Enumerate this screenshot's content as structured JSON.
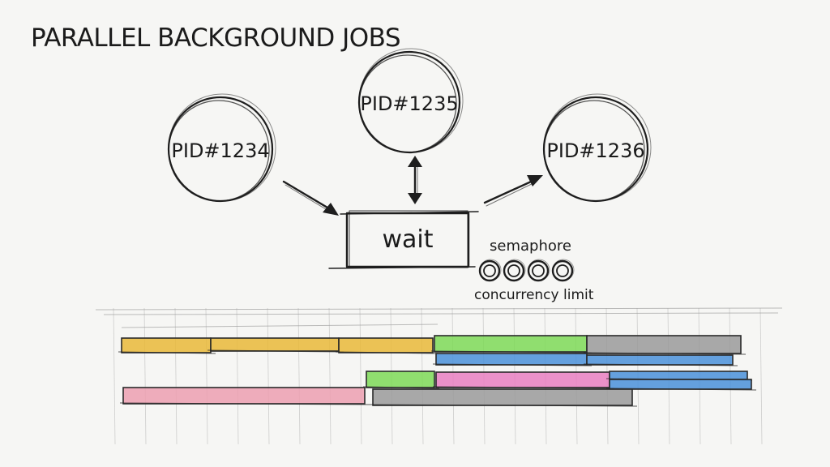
{
  "title": "PARALLEL BACKGROUND JOBS",
  "processes": [
    {
      "label": "PID#1234",
      "arrow": "to-wait"
    },
    {
      "label": "PID#1235",
      "arrow": "both"
    },
    {
      "label": "PID#1236",
      "arrow": "from-wait"
    }
  ],
  "wait_box": {
    "label": "wait"
  },
  "semaphore": {
    "label": "semaphore",
    "slot_count": 4,
    "caption": "concurrency limit"
  },
  "timeline": {
    "colors": {
      "yellow": "#e9b938",
      "green": "#7ed957",
      "blue": "#4a90d9",
      "gray": "#9a9a9a",
      "pink": "#ec9fb0",
      "magenta": "#e97fc1"
    }
  }
}
